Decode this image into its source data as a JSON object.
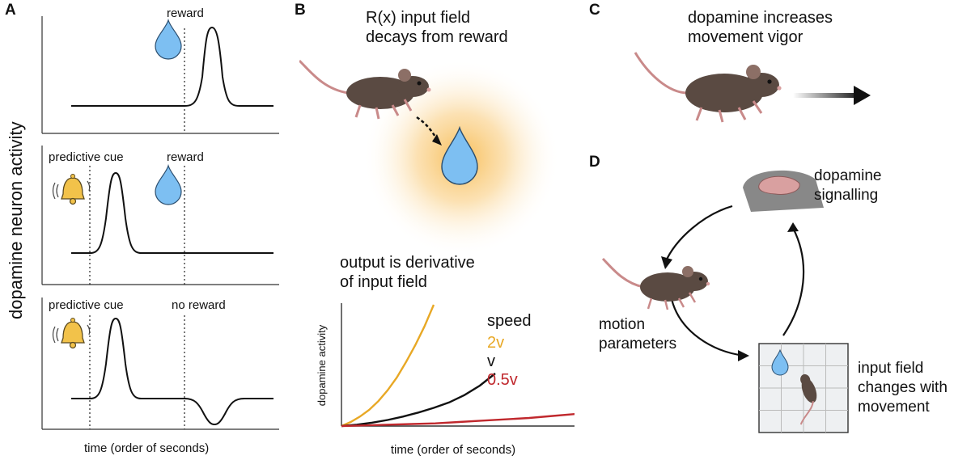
{
  "panel_a": {
    "letter": "A",
    "ylabel": "dopamine neuron activity",
    "xlabel": "time (order of seconds)",
    "row1": {
      "reward_label": "reward"
    },
    "row2": {
      "cue_label": "predictive cue",
      "reward_label": "reward"
    },
    "row3": {
      "cue_label": "predictive cue",
      "reward_label": "no reward"
    }
  },
  "panel_b": {
    "letter": "B",
    "title_line1": "R(x) input field",
    "title_line2": "decays from reward",
    "subtitle_line1": "output is derivative",
    "subtitle_line2": "of input field"
  },
  "panel_c": {
    "letter": "C",
    "title_line1": "dopamine increases",
    "title_line2": "movement vigor"
  },
  "panel_d": {
    "letter": "D",
    "label_signalling_line1": "dopamine",
    "label_signalling_line2": "signalling",
    "label_motion_line1": "motion",
    "label_motion_line2": "parameters",
    "label_field_line1": "input field",
    "label_field_line2": "changes with",
    "label_field_line3": "movement"
  },
  "colors": {
    "speed_2v": "#e8a825",
    "speed_v": "#111111",
    "speed_05v": "#c0282d",
    "drop": "#7dbff2",
    "mouse": "#5a4a42",
    "bell": "#f2c24a"
  },
  "chart_data": {
    "type": "line",
    "title": "",
    "xlabel": "time (order of seconds)",
    "ylabel": "dopamine  activity",
    "legend_title": "speed",
    "x": [
      0,
      0.1,
      0.2,
      0.3,
      0.4,
      0.5,
      0.6,
      0.7,
      0.8,
      0.9,
      1.0
    ],
    "series": [
      {
        "name": "2v",
        "color": "#e8a825",
        "values": [
          0,
          0.06,
          0.14,
          0.24,
          0.37,
          0.53,
          0.72,
          0.95,
          1.2,
          1.48,
          1.8
        ]
      },
      {
        "name": "v",
        "color": "#111111",
        "values": [
          0,
          0.02,
          0.05,
          0.09,
          0.14,
          0.2,
          0.27,
          0.35,
          0.46,
          0.6,
          0.78
        ]
      },
      {
        "name": "0.5v",
        "color": "#c0282d",
        "values": [
          0,
          0.01,
          0.02,
          0.03,
          0.04,
          0.06,
          0.08,
          0.1,
          0.12,
          0.15,
          0.18
        ]
      }
    ]
  }
}
